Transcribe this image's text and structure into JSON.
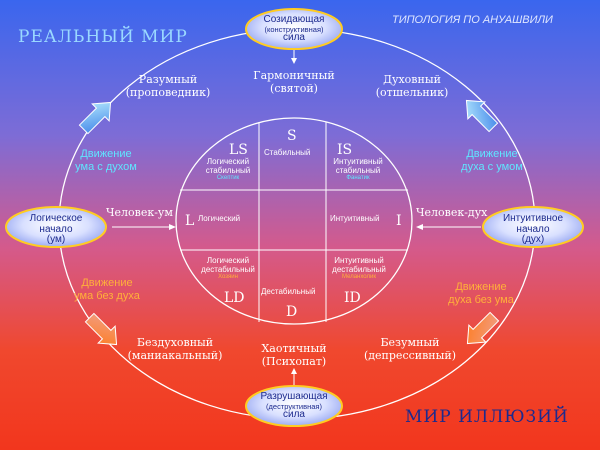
{
  "title": "ТИПОЛОГИЯ ПО АНУАШВИЛИ",
  "real_world": "РЕАЛЬНЫЙ МИР",
  "illusion_world": "МИР ИЛЛЮЗИЙ",
  "top_node": {
    "line1": "Созидающая",
    "line2": "(конструктивная)",
    "line3": "сила"
  },
  "bottom_node": {
    "line1": "Разрушающая",
    "line2": "(деструктивная)",
    "line3": "сила"
  },
  "left_node": {
    "line1": "Логическое",
    "line2": "начало",
    "line3": "(ум)"
  },
  "right_node": {
    "line1": "Интуитивное",
    "line2": "начало",
    "line3": "(дух)"
  },
  "outer": {
    "harmonic": {
      "line1": "Гармоничный",
      "line2": "(святой)"
    },
    "reasonable": {
      "line1": "Разумный",
      "line2": "(проповедник)"
    },
    "spiritual": {
      "line1": "Духовный",
      "line2": "(отшельник)"
    },
    "chaotic": {
      "line1": "Хаотичный",
      "line2": "(Психопат)"
    },
    "soulless": {
      "line1": "Бездуховный",
      "line2": "(маниакальный)"
    },
    "insane": {
      "line1": "Безумный",
      "line2": "(депрессивный)"
    },
    "human_mind": "Человек-ум",
    "human_spirit": "Человек-дух"
  },
  "movements": {
    "mind_with_spirit": {
      "line1": "Движение",
      "line2": "ума с духом"
    },
    "spirit_with_mind": {
      "line1": "Движение",
      "line2": "духа с умом"
    },
    "mind_without_spirit": {
      "line1": "Движение",
      "line2": "ума без духа"
    },
    "spirit_without_mind": {
      "line1": "Движение",
      "line2": "духа без ума"
    }
  },
  "inner": {
    "S": "S",
    "S_word": "Стабильный",
    "D": "D",
    "D_word": "Дестабильный",
    "L": "L",
    "L_word": "Логический",
    "I": "I",
    "I_word": "Интуитивный",
    "LS": "LS",
    "LS_line1": "Логический",
    "LS_line2": "стабильный",
    "LS_sub": "Скептик",
    "IS": "IS",
    "IS_line1": "Интуитивный",
    "IS_line2": "стабильный",
    "IS_sub": "Фанатик",
    "LD": "LD",
    "LD_line1": "Логический",
    "LD_line2": "дестабильный",
    "LD_sub": "Хозяин",
    "ID": "ID",
    "ID_line1": "Интуитивный",
    "ID_line2": "дестабильный",
    "ID_sub": "Меланхолик"
  },
  "colors": {
    "cyan_text": "#5fe6ff",
    "orange_text": "#ffb03a",
    "node_fill": "#dfe4ff",
    "node_border": "#ffcc22",
    "node_text": "#1c2a8e"
  }
}
